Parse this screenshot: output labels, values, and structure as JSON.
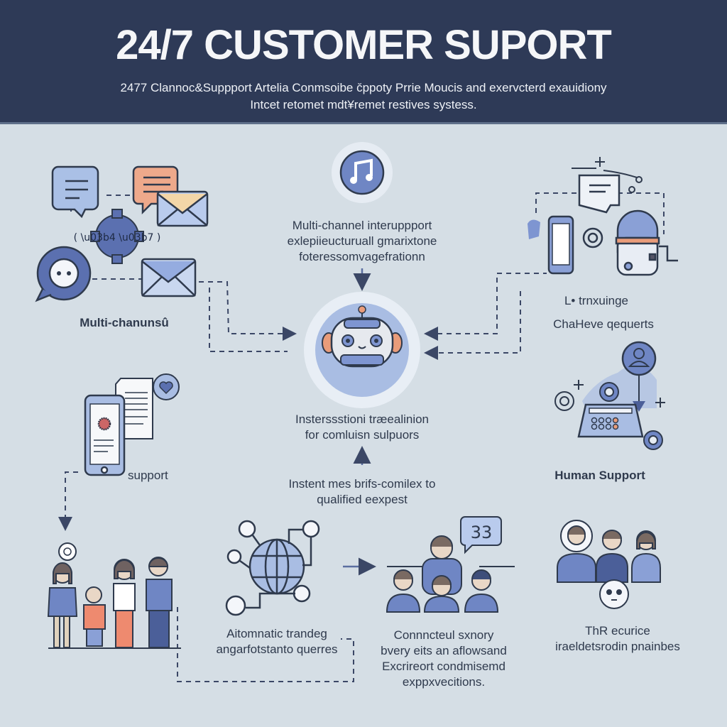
{
  "header": {
    "title": "24/7 CUSTOMER SUPORT",
    "subtitle_line1": "2477 Clannoc&Suppport  Artelia Conmsoibe c̆ppoty Prrie Moucis and exervcterd exauidiony",
    "subtitle_line2": "Intcet retomet mdt¥remet restives  systess."
  },
  "colors": {
    "header_bg": "#2e3a57",
    "body_bg": "#d5dee5",
    "accent_blue": "#6f86c4",
    "light_blue": "#a9bde3",
    "dark_blue": "#4b5f99",
    "outline": "#2f3a4d",
    "orange": "#e99c7a",
    "halo": "#e8eef5"
  },
  "sections": {
    "multichannel": {
      "label": "Multi-chanunsû",
      "icons": [
        "chat-bubble-icon",
        "message-bubble-icon",
        "email-icon",
        "gear-bot-icon",
        "chatbot-bubble-icon",
        "envelope-icon"
      ]
    },
    "top_center": {
      "icon": "music-note-icon",
      "caption": [
        "Multi-channel interuppport",
        "exlepiieucturuall gmarixtone",
        "foteressomvagefrationn"
      ]
    },
    "top_right": {
      "label_line1": "L•  trnxuinge",
      "label_line2": "ChaHeve qequerts",
      "icons": [
        "phone-icon",
        "gear-icon",
        "message-icon",
        "device-icon"
      ]
    },
    "center": {
      "icon": "robot-icon",
      "caption": [
        "Insterssstioni træealinion",
        "for comluisn sulpuors"
      ]
    },
    "routing": {
      "caption": [
        "Instent mes brifs-comilex to",
        "qualified eexpest"
      ]
    },
    "mobile_support": {
      "label": "support",
      "icons": [
        "smartphone-icon",
        "document-icon",
        "heart-bubble-icon"
      ]
    },
    "human_support": {
      "label": "Human Support",
      "icons": [
        "user-circle-icon",
        "telephone-icon",
        "gear-icon"
      ]
    },
    "family": {
      "icons": [
        "family-icon",
        "speech-bubble-icon"
      ]
    },
    "automatic": {
      "caption": [
        "Aitomnatic trandeg",
        "angarfotstanto querres"
      ],
      "icons": [
        "globe-icon",
        "user-node-icon"
      ]
    },
    "agents": {
      "badge": "33",
      "caption": [
        "Connncteul sxnory",
        "bvery eits an aflowsand",
        "Excrireort condmisemd",
        "exppxvecitions."
      ]
    },
    "team": {
      "caption": [
        "ThR ecurice",
        "iraeldetsrodin pnainbes"
      ]
    }
  }
}
